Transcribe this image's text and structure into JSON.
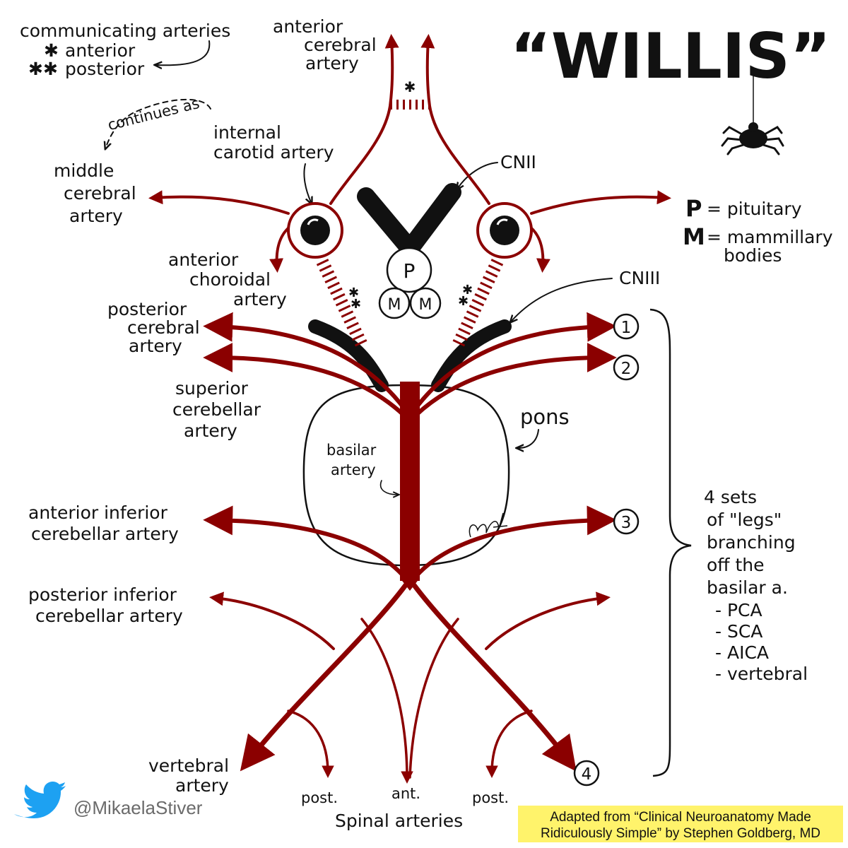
{
  "title": "“WILLIS”",
  "colors": {
    "artery": "#8b0000",
    "ink": "#111111",
    "highlight": "#fff36b",
    "twitter": "#1da1f2"
  },
  "legend": {
    "communicating_heading": "communicating arteries",
    "anterior": "anterior",
    "posterior": "posterior",
    "p_key": "P",
    "p_value": "= pituitary",
    "m_key": "M",
    "m_value_1": "= mammillary",
    "m_value_2": "bodies"
  },
  "labels": {
    "aca": [
      "anterior",
      "cerebral",
      "artery"
    ],
    "continues_as": "continues as",
    "ica": [
      "internal",
      "carotid artery"
    ],
    "mca": [
      "middle",
      "cerebral",
      "artery"
    ],
    "cn2": "CNII",
    "cn3": "CNIII",
    "pituitary": "P",
    "mammillary": "M",
    "anterior_choroidal": [
      "anterior",
      "choroidal",
      "artery"
    ],
    "pca": [
      "posterior",
      "cerebral",
      "artery"
    ],
    "sca": [
      "superior",
      "cerebellar",
      "artery"
    ],
    "pons": "pons",
    "basilar": [
      "basilar",
      "artery"
    ],
    "aica": [
      "anterior inferior",
      "cerebellar artery"
    ],
    "pica": [
      "posterior inferior",
      "cerebellar artery"
    ],
    "vertebral": [
      "vertebral",
      "artery"
    ],
    "post_left": "post.",
    "ant": "ant.",
    "post_right": "post.",
    "spinal": "Spinal arteries"
  },
  "legs": {
    "numbers": [
      "1",
      "2",
      "3",
      "4"
    ],
    "summary": [
      "4 sets",
      "of \"legs\"",
      "branching",
      "off the",
      "basilar a."
    ],
    "items": [
      "- PCA",
      "- SCA",
      "- AICA",
      "- vertebral"
    ]
  },
  "footer": {
    "twitter_handle": "@MikaelaStiver",
    "credit_line_1": "Adapted from “Clinical Neuroanatomy Made",
    "credit_line_2": "Ridiculously Simple” by Stephen Goldberg, MD"
  },
  "icons": {
    "twitter": "twitter-bird-icon",
    "spider": "spider-icon",
    "signature": "artist-signature"
  }
}
